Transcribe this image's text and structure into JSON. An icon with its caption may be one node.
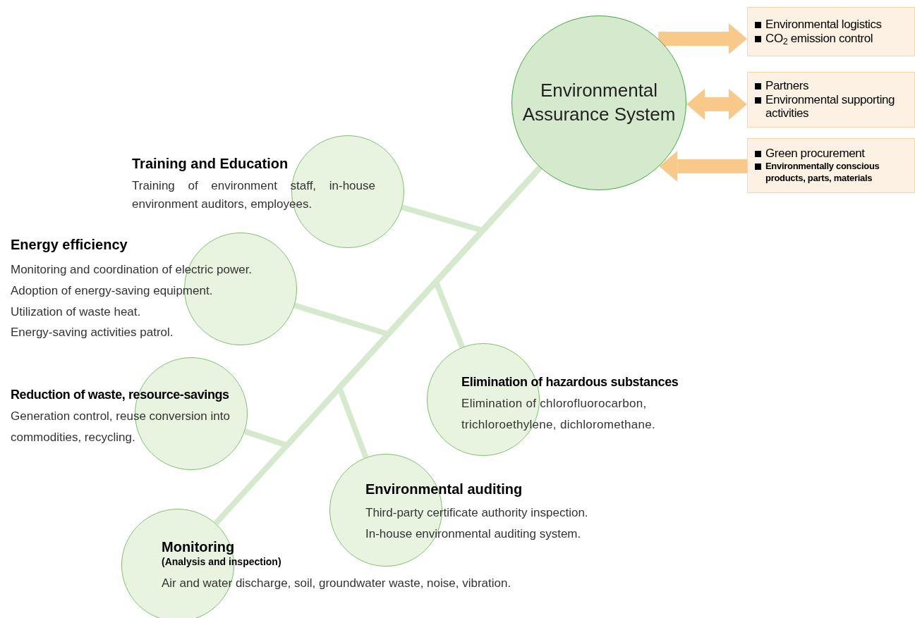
{
  "diagram": {
    "nodes": [
      {
        "text": [
          "Environmental Assurance System"
        ]
      },
      {
        "text": [
          "Environmental logistics",
          "CO$_{2}$ emission control"
        ]
      },
      {
        "text": [
          "Partners",
          "Environmental supporting activities"
        ]
      },
      {
        "text": [
          "Green procurement",
          "Environmentally conscious products, parts, materials"
        ]
      },
      {
        "text": [
          "Training and Education",
          "Training of environment staff, in-house environment auditors, employees."
        ]
      },
      {
        "text": [
          "Energy efficiency",
          "Monitoring and coordination of electric power.",
          "Adoption of energy-saving equipment.",
          "Utilization of waste heat.",
          "Energy-saving activities patrol."
        ]
      },
      {
        "text": [
          "Elimination of hazardous substances",
          "Elimination of chlorofluorocarbon, trichloroethylene, dichloromethane."
        ]
      },
      {
        "text": [
          "Reduction of waste, resource-savings",
          "Generation control, reuse conversion into commodities, recycling."
        ]
      },
      {
        "text": [
          "Environmental auditing",
          "Third-party certificate authority inspection.",
          "In-house environmental auditing system."
        ]
      },
      {
        "text": [
          "Monitoring",
          "(Analysis and inspection)",
          "Air and water discharge, soil, groundwater waste, noise, vibration."
        ]
      }
    ],
    "edges": [
      {
        "from": 0,
        "to": 1,
        "arrow": "to",
        "style": "thick",
        "color": "#f9c98a"
      },
      {
        "from": 0,
        "to": 2,
        "arrow": "both",
        "style": "thick",
        "color": "#f9c98a"
      },
      {
        "from": 3,
        "to": 0,
        "arrow": "to",
        "style": "thick",
        "color": "#f9c98a"
      },
      {
        "from": 0,
        "to": 4,
        "arrow": "none"
      },
      {
        "from": 0,
        "to": 5,
        "arrow": "none"
      },
      {
        "from": 0,
        "to": 6,
        "arrow": "none"
      },
      {
        "from": 0,
        "to": 7,
        "arrow": "none"
      },
      {
        "from": 0,
        "to": 8,
        "arrow": "none"
      },
      {
        "from": 0,
        "to": 9,
        "arrow": "none"
      }
    ]
  }
}
